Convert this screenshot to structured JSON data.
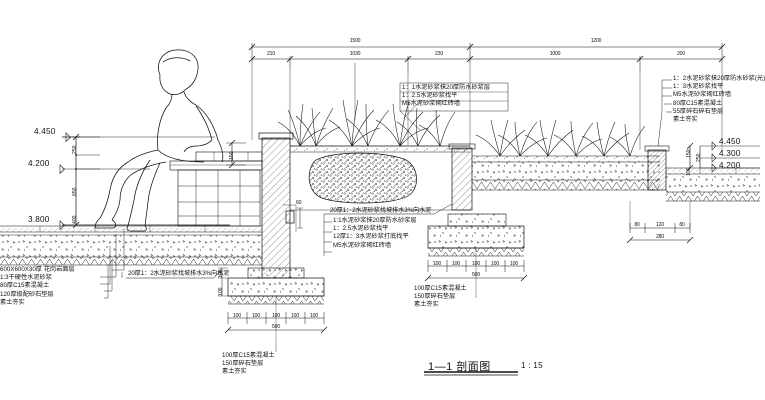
{
  "drawing": {
    "title": "1—1 剖面图",
    "scale": "1 : 15"
  },
  "elevations": {
    "left": [
      {
        "name": "elev-top-left",
        "value": "4.450"
      },
      {
        "name": "elev-mid-left",
        "value": "4.200"
      },
      {
        "name": "elev-base-left",
        "value": "3.800"
      }
    ],
    "right": [
      {
        "name": "elev-top-right",
        "value": "4.450"
      },
      {
        "name": "elev-mid-right",
        "value": "4.300"
      },
      {
        "name": "elev-base-right",
        "value": "4.200"
      }
    ]
  },
  "vertical_dims": {
    "left": [
      "250",
      "650",
      "400"
    ],
    "right": [
      "150",
      "250",
      "100"
    ],
    "seat_back": "150",
    "seat_coping": "60",
    "wall_steps": [
      "100",
      "100"
    ]
  },
  "top_dim_chain": {
    "upper": [
      {
        "label": "1500",
        "span": "seat-planter"
      },
      {
        "label": "1200",
        "span": "outer-planter"
      }
    ],
    "lower": [
      {
        "label": "210",
        "span": "coping"
      },
      {
        "label": "1030",
        "span": "pebble-bed"
      },
      {
        "label": "230",
        "span": "wall"
      },
      {
        "label": "1000",
        "span": "planting"
      },
      {
        "label": "200",
        "span": "edge"
      }
    ]
  },
  "notes": {
    "paving_left": [
      "600X600X30厚 花岗岩面层",
      "1:3干硬性水泥砂浆",
      "80厚C15素混凝土",
      "120厚级配砂石垫层",
      "素土夯实"
    ],
    "slope_left": "20厚1：2水泥砂浆找坡排水3%向水泥",
    "slope_mid": "20厚1：2水泥砂浆找坡排水3%向水泥",
    "wall_mid": [
      "1:1水泥砂浆抹20厚防水砂浆层",
      "1：2.5水泥砂浆找平",
      "12厚1：3水泥砂浆打底找平",
      "M5水泥砂浆砌红砖墙"
    ],
    "planter_top": [
      "1：1水泥砂浆抹20厚防水砂浆层",
      "1：2.5水泥砂浆找平",
      "M5水泥砂浆砌红砖墙"
    ],
    "right_stack": [
      "1：2水泥砂浆抹20厚防水砂浆(光)",
      "1：3水泥砂浆找平",
      "M5水泥砂浆砌红砖墙",
      "80厚C15素混凝土",
      "55厚碎石碎石垫层",
      "素土夯实"
    ],
    "footing_left": [
      "100厚C15素混凝土",
      "150厚碎石垫层",
      "素土夯实"
    ],
    "footing_mid": [
      "100厚C15素混凝土",
      "150厚碎石垫层",
      "素土夯实"
    ]
  },
  "footing_dims": {
    "left": {
      "parts": [
        "100",
        "100",
        "100",
        "100",
        "100"
      ],
      "total": "500"
    },
    "mid": {
      "parts": [
        "100",
        "100",
        "100",
        "100",
        "100"
      ],
      "total": "500"
    },
    "right": {
      "parts": [
        "80",
        "120",
        "80"
      ],
      "total": "280"
    }
  },
  "colors": {
    "line": "#111111",
    "paper": "#ffffff",
    "hatch": "#222222"
  }
}
